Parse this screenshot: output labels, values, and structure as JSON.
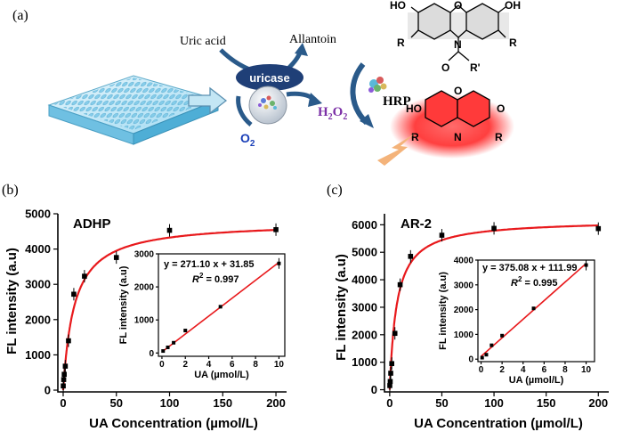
{
  "scheme": {
    "panel_label": "(a)",
    "uric_acid": "Uric acid",
    "allantoin": "Allantoin",
    "enzyme": "uricase",
    "oxygen": "O",
    "oxygen_sub": "2",
    "peroxide_parts": [
      "H",
      "2",
      "O",
      "2"
    ],
    "hrp": "HRP",
    "substrate_labels": {
      "ho": "HO",
      "oh": "OH",
      "o": "O",
      "n": "N",
      "r": "R",
      "rprime": "R'"
    },
    "product_labels": {
      "ho": "HO",
      "o_ring": "O",
      "o_keto": "O",
      "n": "N",
      "r": "R"
    },
    "colors": {
      "enzyme_ball": "#1f3f77",
      "oxygen": "#1a3fb8",
      "peroxide": "#7b2fa6",
      "glow": "#ff2a2a",
      "arrow": "#2a5a8a",
      "plate": "#8fd3f0",
      "bolt": "#f4b37a"
    }
  },
  "chart_data": [
    {
      "panel_label": "(b)",
      "type": "scatter",
      "title": "ADHP",
      "xlabel": "UA Concentration (µmol/L)",
      "ylabel": "FL intensity (a.u)",
      "xlim": [
        -5,
        210
      ],
      "ylim": [
        -50,
        5000
      ],
      "xticks": [
        0,
        50,
        100,
        150,
        200
      ],
      "yticks": [
        0,
        1000,
        2000,
        3000,
        4000,
        5000
      ],
      "points": [
        {
          "x": 0.1,
          "y": 120
        },
        {
          "x": 0.5,
          "y": 300
        },
        {
          "x": 1,
          "y": 450
        },
        {
          "x": 2,
          "y": 680
        },
        {
          "x": 5,
          "y": 1400
        },
        {
          "x": 10,
          "y": 2720
        },
        {
          "x": 20,
          "y": 3230
        },
        {
          "x": 50,
          "y": 3760
        },
        {
          "x": 100,
          "y": 4530
        },
        {
          "x": 200,
          "y": 4550
        }
      ],
      "fit_curve": {
        "type": "hyperbolic",
        "vmax": 4780,
        "km": 10.5
      },
      "series_color": "#e8191c",
      "inset": {
        "xlabel": "UA (µmol/L)",
        "ylabel": "FL intensity (a.u)",
        "xlim": [
          -0.3,
          10.5
        ],
        "ylim": [
          -100,
          3000
        ],
        "xticks": [
          0,
          2,
          4,
          6,
          8,
          10
        ],
        "yticks": [
          0,
          1000,
          2000,
          3000
        ],
        "points": [
          {
            "x": 0.1,
            "y": 60
          },
          {
            "x": 0.5,
            "y": 170
          },
          {
            "x": 1,
            "y": 310
          },
          {
            "x": 2,
            "y": 680
          },
          {
            "x": 5,
            "y": 1400
          },
          {
            "x": 10,
            "y": 2710
          }
        ],
        "fit": {
          "slope": 271.1,
          "intercept": 31.85
        },
        "equation": "y = 271.10 x + 31.85",
        "r2_label": "R",
        "r2_sup": "2",
        "r2_value": " = 0.997"
      }
    },
    {
      "panel_label": "(c)",
      "type": "scatter",
      "title": "AR-2",
      "xlabel": "UA Concentration (µmol/L)",
      "ylabel": "FL intensity (a.u)",
      "xlim": [
        -5,
        210
      ],
      "ylim": [
        -80,
        6400
      ],
      "xticks": [
        0,
        50,
        100,
        150,
        200
      ],
      "yticks": [
        0,
        1000,
        2000,
        3000,
        4000,
        5000,
        6000
      ],
      "points": [
        {
          "x": 0.1,
          "y": 150
        },
        {
          "x": 0.5,
          "y": 300
        },
        {
          "x": 1,
          "y": 600
        },
        {
          "x": 2,
          "y": 950
        },
        {
          "x": 5,
          "y": 2050
        },
        {
          "x": 10,
          "y": 3820
        },
        {
          "x": 20,
          "y": 4850
        },
        {
          "x": 50,
          "y": 5620
        },
        {
          "x": 100,
          "y": 5870
        },
        {
          "x": 200,
          "y": 5860
        }
      ],
      "fit_curve": {
        "type": "hyperbolic",
        "vmax": 6180,
        "km": 6.8
      },
      "series_color": "#e8191c",
      "inset": {
        "xlabel": "UA (µmol/L)",
        "ylabel": "FL intensity (a.u)",
        "xlim": [
          -0.3,
          10.8
        ],
        "ylim": [
          -100,
          4000
        ],
        "xticks": [
          0,
          2,
          4,
          6,
          8,
          10
        ],
        "yticks": [
          0,
          1000,
          2000,
          3000,
          4000
        ],
        "points": [
          {
            "x": 0.1,
            "y": 60
          },
          {
            "x": 0.5,
            "y": 180
          },
          {
            "x": 1,
            "y": 560
          },
          {
            "x": 2,
            "y": 950
          },
          {
            "x": 5,
            "y": 2050
          },
          {
            "x": 10,
            "y": 3800
          }
        ],
        "fit": {
          "slope": 375.08,
          "intercept": 111.99
        },
        "equation": "y = 375.08 x + 111.99",
        "r2_label": "R",
        "r2_sup": "2",
        "r2_value": " = 0.995"
      }
    }
  ]
}
